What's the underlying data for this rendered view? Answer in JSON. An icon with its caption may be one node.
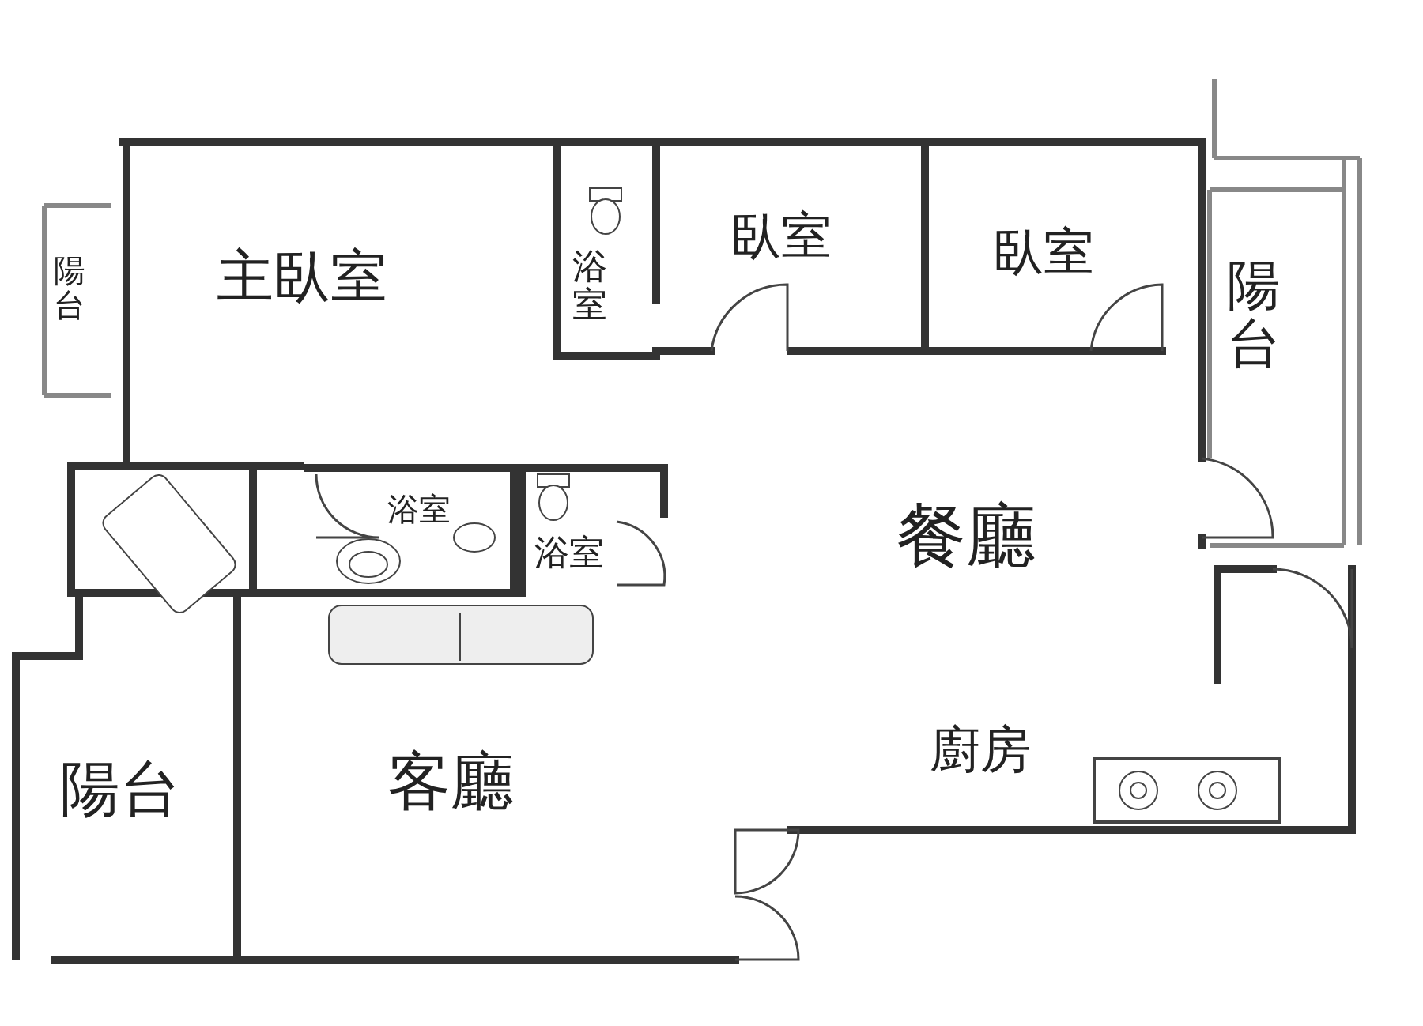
{
  "diagram": {
    "nodes": [
      {
        "text": [
          "陽台"
        ]
      },
      {
        "text": [
          "主臥室"
        ]
      },
      {
        "text": [
          "浴室"
        ]
      },
      {
        "text": [
          "臥室"
        ]
      },
      {
        "text": [
          "臥室"
        ]
      },
      {
        "text": [
          "陽台"
        ]
      },
      {
        "text": [
          "浴室"
        ]
      },
      {
        "text": [
          "浴室"
        ]
      },
      {
        "text": [
          "餐廳"
        ]
      },
      {
        "text": [
          "陽台"
        ]
      },
      {
        "text": [
          "客廳"
        ]
      },
      {
        "text": [
          "廚房"
        ]
      }
    ]
  }
}
